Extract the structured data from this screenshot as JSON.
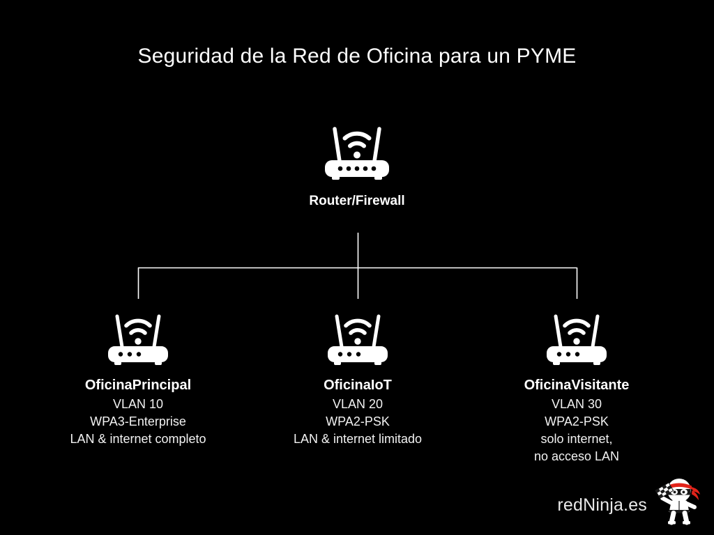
{
  "title": "Seguridad de la Red de Oficina para un PYME",
  "colors": {
    "background": "#000000",
    "foreground": "#ffffff",
    "line": "#ffffff",
    "brand_accent": "#e2231a"
  },
  "root_node": {
    "label": "Router/Firewall",
    "icon": "router-icon",
    "port_count": 5
  },
  "children": [
    {
      "label": "OficinaPrincipal",
      "icon": "router-icon",
      "vlan": "VLAN 10",
      "security": "WPA3-Enterprise",
      "access_line_1": "LAN & internet completo",
      "access_line_2": ""
    },
    {
      "label": "OficinaIoT",
      "icon": "router-icon",
      "vlan": "VLAN 20",
      "security": "WPA2-PSK",
      "access_line_1": "LAN & internet limitado",
      "access_line_2": ""
    },
    {
      "label": "OficinaVisitante",
      "icon": "router-icon",
      "vlan": "VLAN 30",
      "security": "WPA2-PSK",
      "access_line_1": "solo internet,",
      "access_line_2": "no acceso LAN"
    }
  ],
  "brand": {
    "text": "redNinja.es",
    "mark": "ninja-mascot-icon"
  }
}
